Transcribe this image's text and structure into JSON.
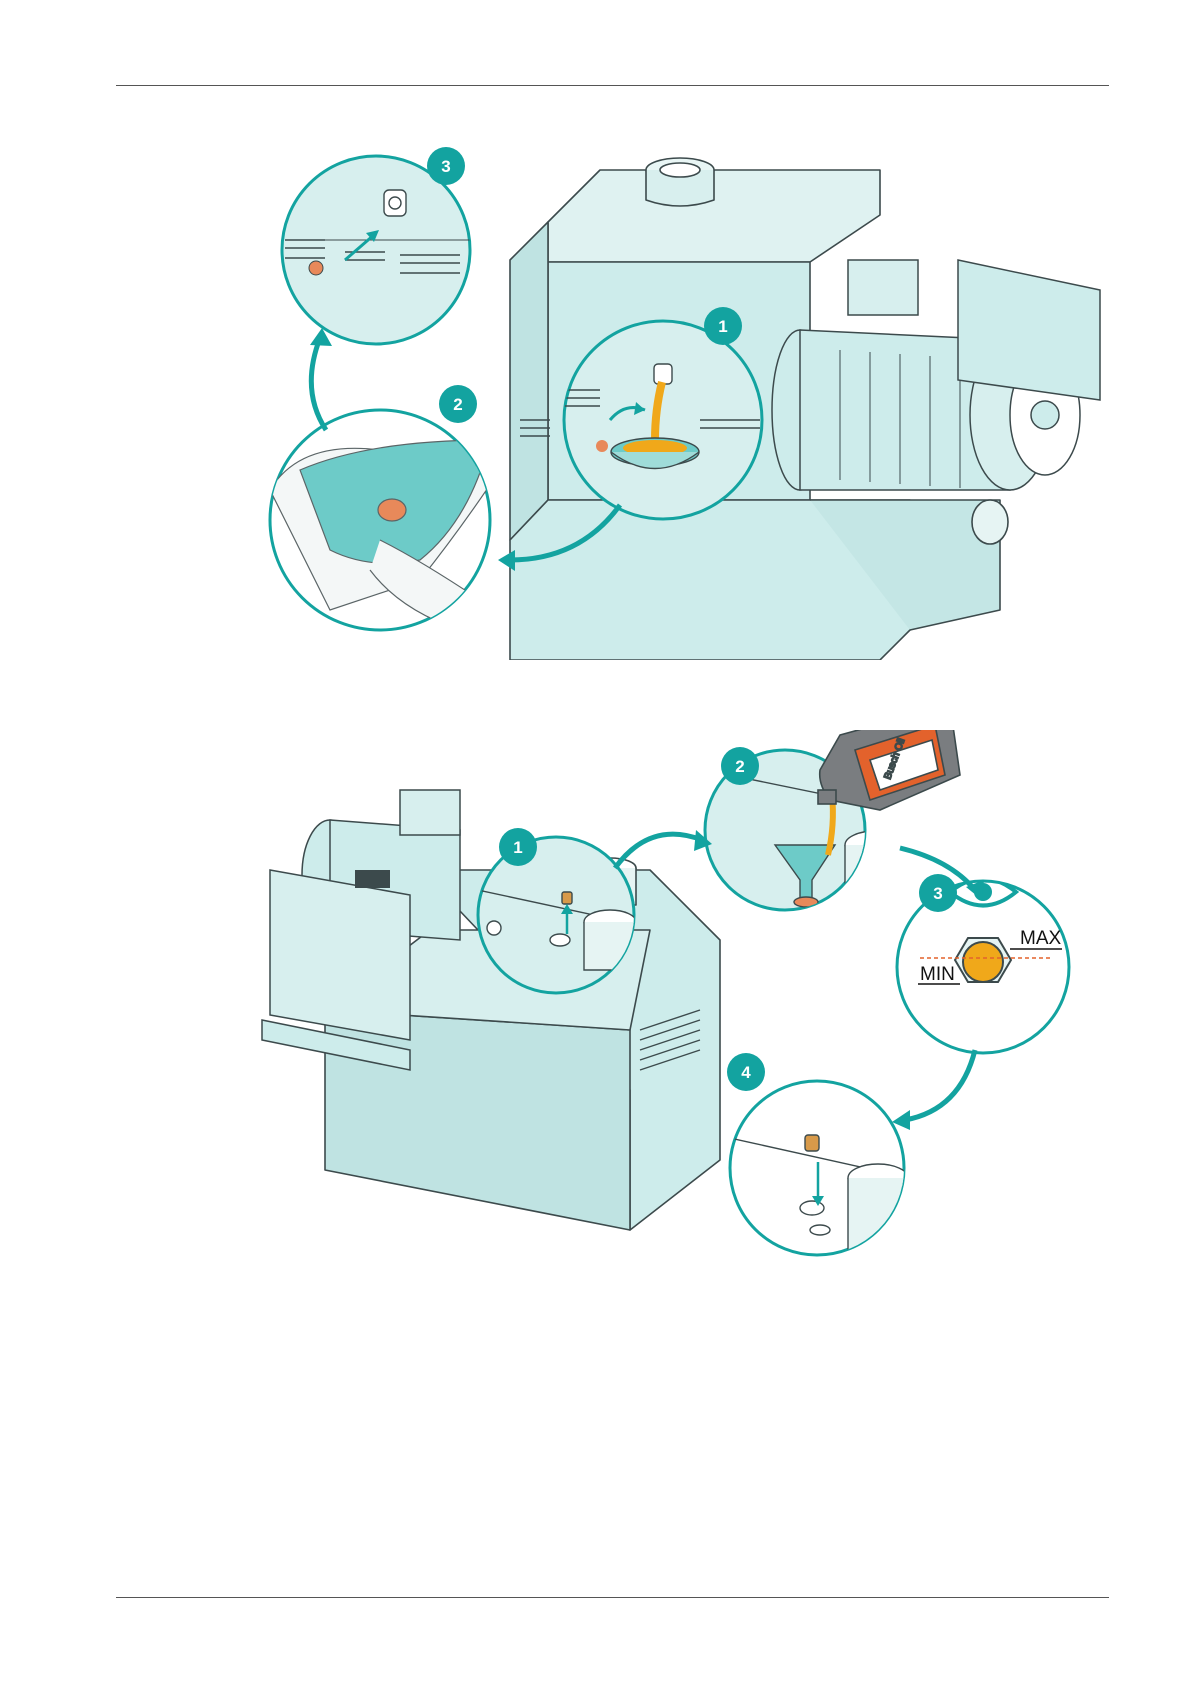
{
  "header_rule": true,
  "figure_draining": {
    "steps": [
      {
        "number": "1"
      },
      {
        "number": "2"
      },
      {
        "number": "3"
      }
    ]
  },
  "figure_filling": {
    "steps": [
      {
        "number": "1"
      },
      {
        "number": "2"
      },
      {
        "number": "3"
      },
      {
        "number": "4"
      }
    ],
    "oil_bottle_label": "Busch Oil",
    "level_min_label": "MIN",
    "level_max_label": "MAX"
  },
  "colors": {
    "accent": "#13a3a0",
    "machine_fill": "#cdeceb",
    "oil": "#f0a81a",
    "plug": "#e8895a",
    "line": "#3c4a4c"
  },
  "icons": [
    "eye-icon",
    "rotate-arrow-icon",
    "flow-arrow-icon",
    "oil-bottle-icon",
    "funnel-icon",
    "sight-glass-icon"
  ]
}
